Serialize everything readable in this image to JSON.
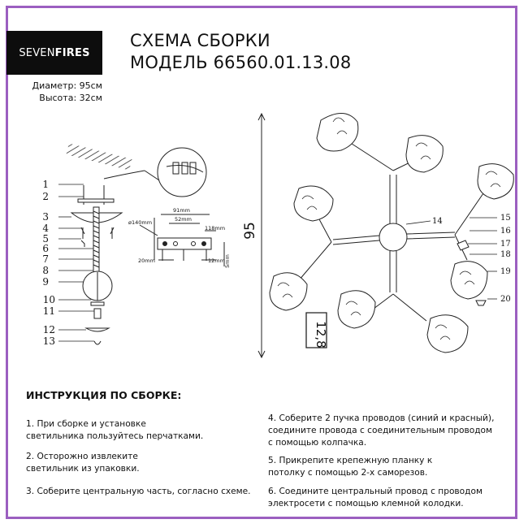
{
  "header": {
    "logo_light": "SEVEN",
    "logo_bold": "FIRES",
    "title_line1": "СХЕМА СБОРКИ",
    "title_line2": "МОДЕЛЬ 66560.01.13.08"
  },
  "dimensions": {
    "diameter": "Диаметр: 95см",
    "height": "Высота: 32см"
  },
  "side_diagram": {
    "callouts": [
      "1",
      "2",
      "3",
      "4",
      "5",
      "6",
      "7",
      "8",
      "9",
      "10",
      "11",
      "12",
      "13"
    ],
    "bracket_labels": {
      "d140": "ø140mm",
      "w91": "91mm",
      "w52": "52mm",
      "w118": "118mm",
      "w20": "20mm",
      "w12": "12mm",
      "h5": "5mm"
    }
  },
  "top_view": {
    "diameter_label": "95",
    "shade_label": "12,8",
    "callouts": [
      "14",
      "15",
      "16",
      "17",
      "18",
      "19",
      "20"
    ]
  },
  "instructions": {
    "title": "ИНСТРУКЦИЯ ПО СБОРКЕ:",
    "steps": [
      [
        "1. При сборке и установке",
        "светильника пользуйтесь перчатками."
      ],
      [
        "2. Осторожно извлеките",
        "светильник из упаковки."
      ],
      [
        "3. Соберите центральную часть, согласно схеме."
      ],
      [
        "4. Соберите 2 пучка проводов (синий и красный),",
        "соедините провода с соединительным проводом",
        "с помощью колпачка."
      ],
      [
        "5. Прикрепите крепежную планку к",
        "потолку с помощью 2-х саморезов."
      ],
      [
        "6. Соедините центральный провод с проводом",
        "электросети с помощью клемной колодки."
      ]
    ]
  },
  "colors": {
    "frame": "#9b5fc0",
    "logo_bg": "#0d0d0d",
    "line": "#222222"
  }
}
